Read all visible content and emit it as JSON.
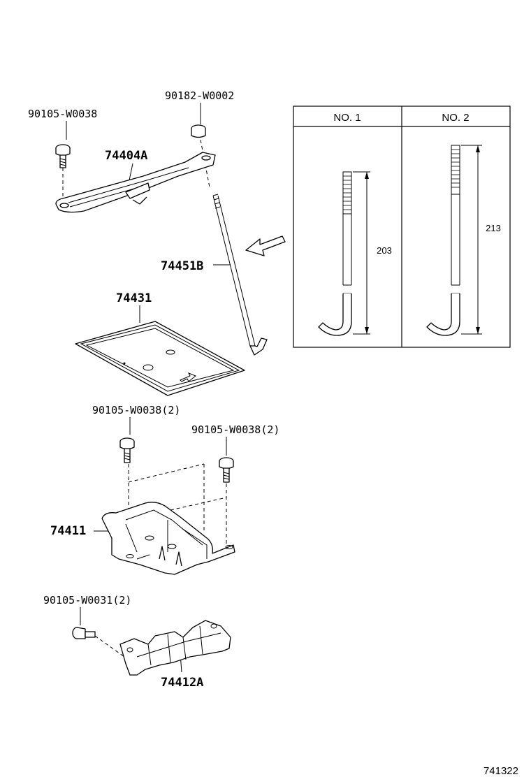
{
  "labels": {
    "bolt_top_left": "90105-W0038",
    "nut_top": "90182-W0002",
    "clamp": "74404A",
    "rod": "74451B",
    "tray": "74431",
    "bolt_mid_left": "90105-W0038(2)",
    "bolt_mid_right": "90105-W0038(2)",
    "carrier": "74411",
    "bolt_bottom": "90105-W0031(2)",
    "bracket": "74412A"
  },
  "table": {
    "col1": "NO. 1",
    "col2": "NO. 2",
    "dim1": "203",
    "dim2": "213"
  },
  "ref_number": "741322"
}
